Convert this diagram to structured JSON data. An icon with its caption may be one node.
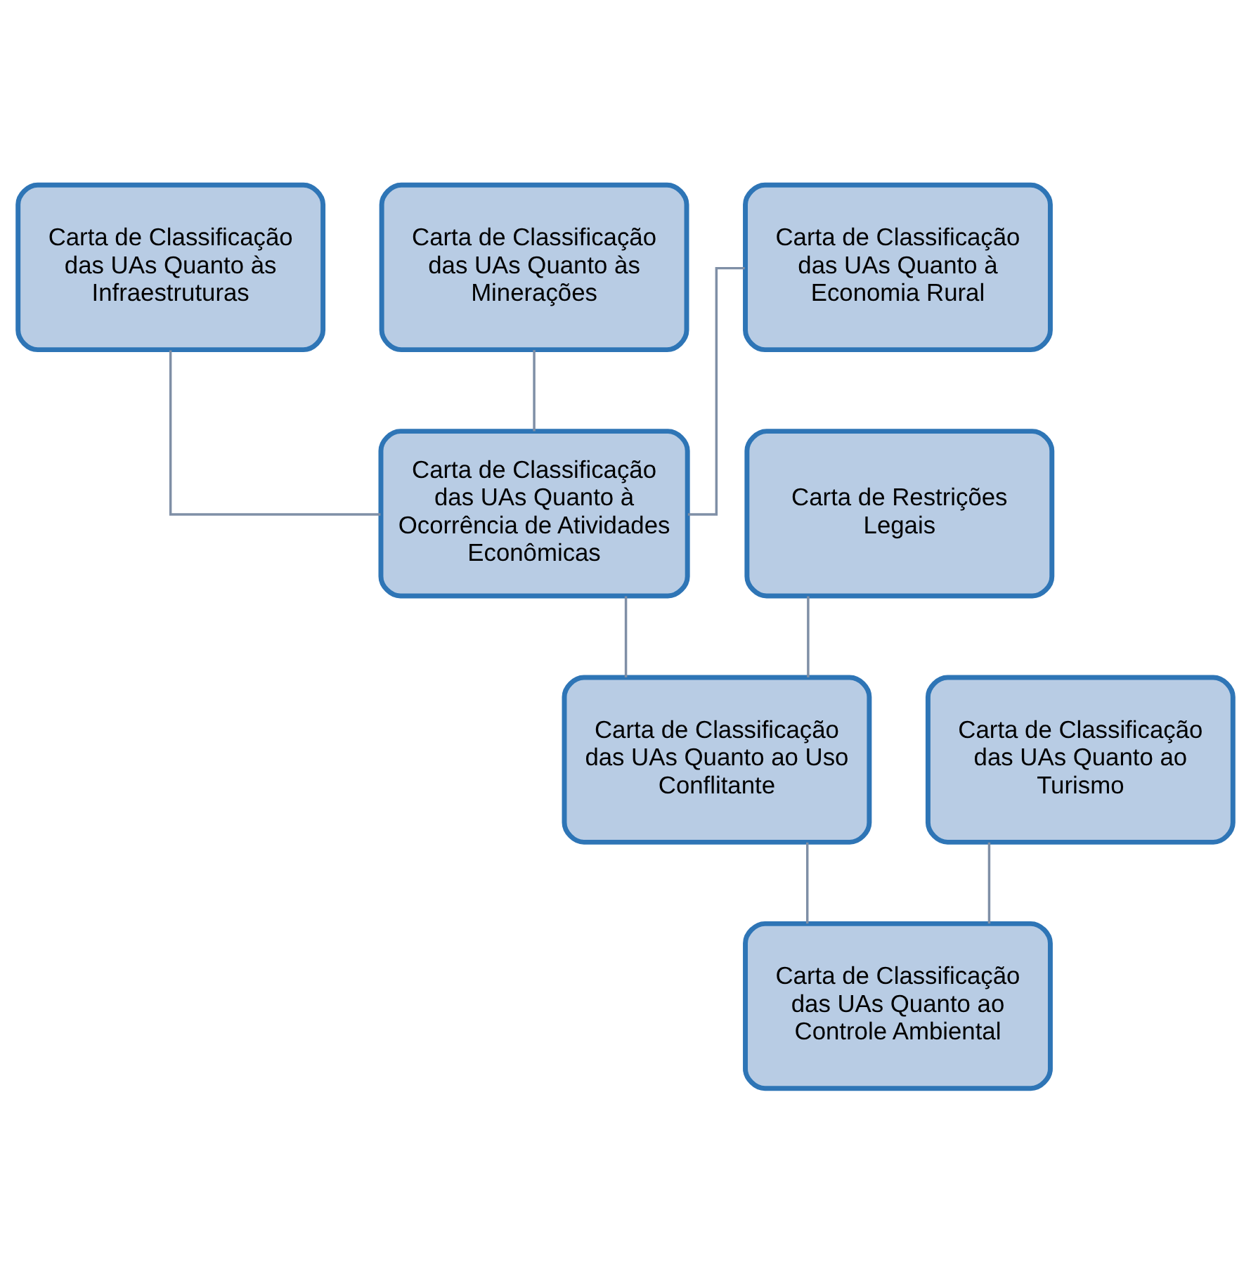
{
  "diagram": {
    "nodes": [
      {
        "text": [
          "Carta de Classificação das UAs Quanto às Infraestruturas"
        ]
      },
      {
        "text": [
          "Carta de Classificação das UAs Quanto às Minerações"
        ]
      },
      {
        "text": [
          "Carta de Classificação das UAs Quanto à Economia Rural"
        ]
      },
      {
        "text": [
          "Carta de Classificação das UAs Quanto à Ocorrência de Atividades Econômicas"
        ]
      },
      {
        "text": [
          "Carta de Restrições Legais"
        ]
      },
      {
        "text": [
          "Carta de Classificação das UAs Quanto ao Turismo"
        ]
      },
      {
        "text": [
          "Carta de Classificação das UAs Quanto ao Uso Conflitante"
        ]
      },
      {
        "text": [
          "Carta de Classificação das UAs Quanto ao Controle Ambiental"
        ]
      }
    ],
    "edges": [
      {
        "from": 0,
        "to": 3,
        "arrow": "none"
      },
      {
        "from": 1,
        "to": 3,
        "arrow": "none"
      },
      {
        "from": 2,
        "to": 3,
        "arrow": "none"
      },
      {
        "from": 3,
        "to": 6,
        "arrow": "none"
      },
      {
        "from": 4,
        "to": 6,
        "arrow": "none"
      },
      {
        "from": 5,
        "to": 7,
        "arrow": "none"
      },
      {
        "from": 6,
        "to": 7,
        "arrow": "none"
      }
    ]
  }
}
